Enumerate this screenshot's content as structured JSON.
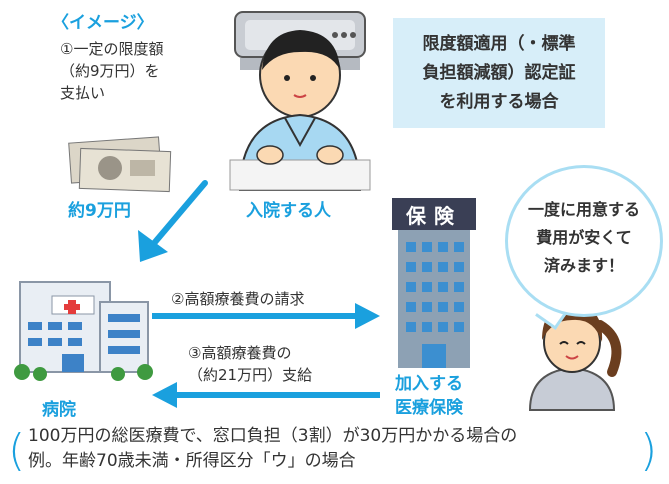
{
  "image_title": "〈イメージ〉",
  "step1": [
    "①一定の限度額",
    "（約9万円）を",
    "支払い"
  ],
  "yen_label": "約9万円",
  "patient_label": "入院する人",
  "callout": [
    "限度額適用（・標準",
    "負担額減額）認定証",
    "を利用する場合"
  ],
  "bubble": [
    "一度に用意する",
    "費用が安くて",
    "済みます！"
  ],
  "insurance_sign": "保険",
  "step2": "②高額療養費の請求",
  "step3": [
    "③高額療養費の",
    "（約21万円）支給"
  ],
  "hospital_label": "病院",
  "insurance_label": [
    "加入する",
    "医療保険"
  ],
  "footer": [
    "100万円の総医療費で、窓口負担（3割）が30万円かかる場合の",
    "例。年齢70歳未満・所得区分「ウ」の場合"
  ],
  "colors": {
    "accent": "#1aa0de",
    "callout_bg": "#d7eef9",
    "bubble_border": "#a9def3"
  }
}
